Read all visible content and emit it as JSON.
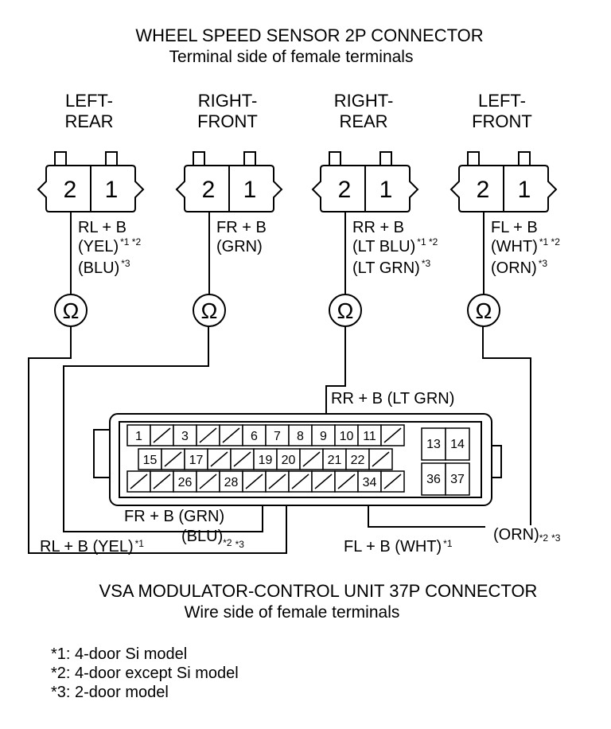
{
  "title": "WHEEL SPEED SENSOR 2P CONNECTOR",
  "subtitle": "Terminal side of female terminals",
  "sensors": [
    {
      "name_line1": "LEFT-",
      "name_line2": "REAR",
      "pin2": "2",
      "pin1": "1",
      "wire_line1": "RL  + B",
      "wire_line2": "(YEL)",
      "wire_line2_note": "*1 *2",
      "wire_line3": "(BLU)",
      "wire_line3_note": "*3",
      "omega": "Ω"
    },
    {
      "name_line1": "RIGHT-",
      "name_line2": "FRONT",
      "pin2": "2",
      "pin1": "1",
      "wire_line1": "FR  + B",
      "wire_line2": "(GRN)",
      "wire_line2_note": "",
      "wire_line3": "",
      "wire_line3_note": "",
      "omega": "Ω"
    },
    {
      "name_line1": "RIGHT-",
      "name_line2": "REAR",
      "pin2": "2",
      "pin1": "1",
      "wire_line1": "RR  + B",
      "wire_line2": "(LT BLU)",
      "wire_line2_note": "*1 *2",
      "wire_line3": "(LT GRN)",
      "wire_line3_note": "*3",
      "omega": "Ω"
    },
    {
      "name_line1": "LEFT-",
      "name_line2": "FRONT",
      "pin2": "2",
      "pin1": "1",
      "wire_line1": "FL  + B",
      "wire_line2": "(WHT)",
      "wire_line2_note": "*1 *2",
      "wire_line3": "(ORN)",
      "wire_line3_note": "*3",
      "omega": "Ω"
    }
  ],
  "vsa_labels": {
    "rr": "RR  + B (LT GRN)",
    "fr": "FR  + B (GRN)",
    "blu": "(BLU)",
    "blu_note1": "*2",
    "blu_note2": "*3",
    "rl": "RL  + B (YEL)",
    "rl_note": "*1",
    "fl": "FL  + B (WHT)",
    "fl_note": "*1",
    "orn": "(ORN)",
    "orn_note1": "*2",
    "orn_note2": "*3"
  },
  "vsa_pins": {
    "row1": [
      "1",
      "",
      "3",
      "",
      "",
      "6",
      "7",
      "8",
      "9",
      "10",
      "11",
      ""
    ],
    "row2": [
      "15",
      "",
      "17",
      "",
      "",
      "19",
      "20",
      "",
      "21",
      "22",
      ""
    ],
    "row3": [
      "",
      "",
      "26",
      "",
      "28",
      "",
      "",
      "",
      "",
      "",
      "34",
      ""
    ],
    "right_top": [
      "13",
      "14"
    ],
    "right_bottom": [
      "36",
      "37"
    ]
  },
  "vsa_title": "VSA MODULATOR-CONTROL UNIT 37P CONNECTOR",
  "vsa_subtitle": "Wire side of female terminals",
  "notes": [
    "*1: 4-door Si model",
    "*2: 4-door except Si model",
    "*3: 2-door model"
  ]
}
